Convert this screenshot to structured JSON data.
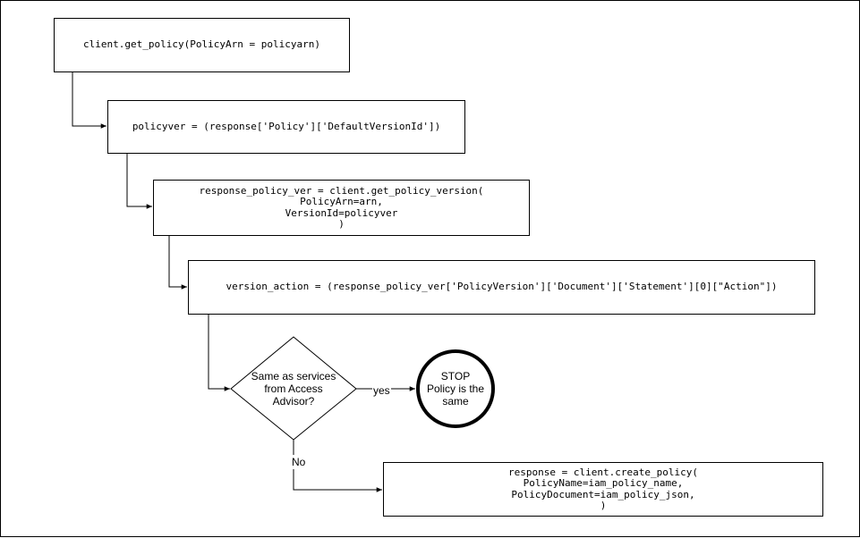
{
  "nodes": {
    "get_policy": {
      "lines": [
        "client.get_policy(PolicyArn = policyarn)"
      ]
    },
    "policyver": {
      "lines": [
        "policyver = (response['Policy']['DefaultVersionId'])"
      ]
    },
    "get_policy_version": {
      "lines": [
        "response_policy_ver = client.get_policy_version(",
        "PolicyArn=arn,",
        "VersionId=policyver",
        ")"
      ]
    },
    "version_action": {
      "lines": [
        "version_action = (response_policy_ver['PolicyVersion']['Document']['Statement'][0][\"Action\"])"
      ]
    },
    "decision": {
      "lines": [
        "Same as services",
        "from Access",
        "Advisor?"
      ]
    },
    "stop": {
      "lines": [
        "STOP",
        "Policy is the",
        "same"
      ]
    },
    "create_policy": {
      "lines": [
        "response = client.create_policy(",
        "PolicyName=iam_policy_name,",
        "PolicyDocument=iam_policy_json,",
        ")"
      ]
    }
  },
  "edges": {
    "yes_label": "yes",
    "no_label": "No"
  },
  "colors": {
    "stroke": "#000000",
    "background": "#ffffff"
  }
}
